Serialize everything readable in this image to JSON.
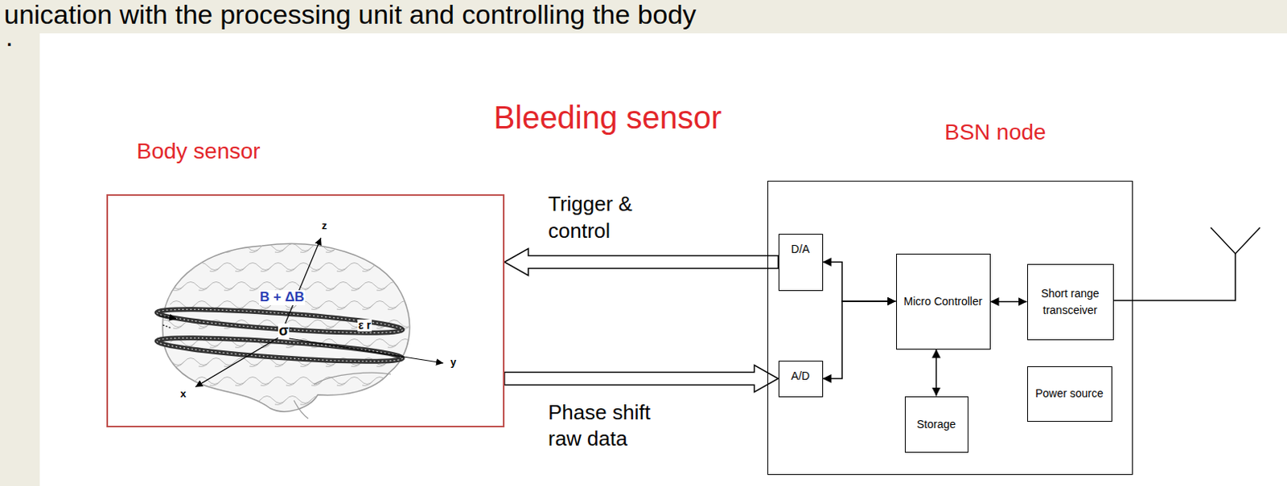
{
  "diagram": {
    "title": "Bleeding sensor",
    "nodes": [
      {
        "text": [
          "Body sensor"
        ]
      },
      {
        "text": [
          "BSN node"
        ]
      },
      {
        "text": [
          "D/A"
        ],
        "in": 1
      },
      {
        "text": [
          "A/D"
        ],
        "in": 1
      },
      {
        "text": [
          "Micro Controller"
        ],
        "in": 1
      },
      {
        "text": [
          "Short range transceiver"
        ],
        "in": 1
      },
      {
        "text": [
          "Storage"
        ],
        "in": 1
      },
      {
        "text": [
          "Power source"
        ],
        "in": 1
      }
    ],
    "edges": [
      {
        "from": 2,
        "to": 0,
        "arrow": "to",
        "label": "Trigger & control"
      },
      {
        "from": 0,
        "to": 3,
        "arrow": "to",
        "label": "Phase shift raw data"
      },
      {
        "from": 4,
        "to": 2,
        "arrow": "both"
      },
      {
        "from": 4,
        "to": 3,
        "arrow": "both"
      },
      {
        "from": 4,
        "to": 5,
        "arrow": "both"
      },
      {
        "from": 4,
        "to": 6,
        "arrow": "both"
      }
    ],
    "labels": [
      "unication with the processing unit and controlling the body",
      ".",
      "z",
      "B + ΔB",
      "σ",
      "ε r",
      "x",
      "y"
    ]
  }
}
